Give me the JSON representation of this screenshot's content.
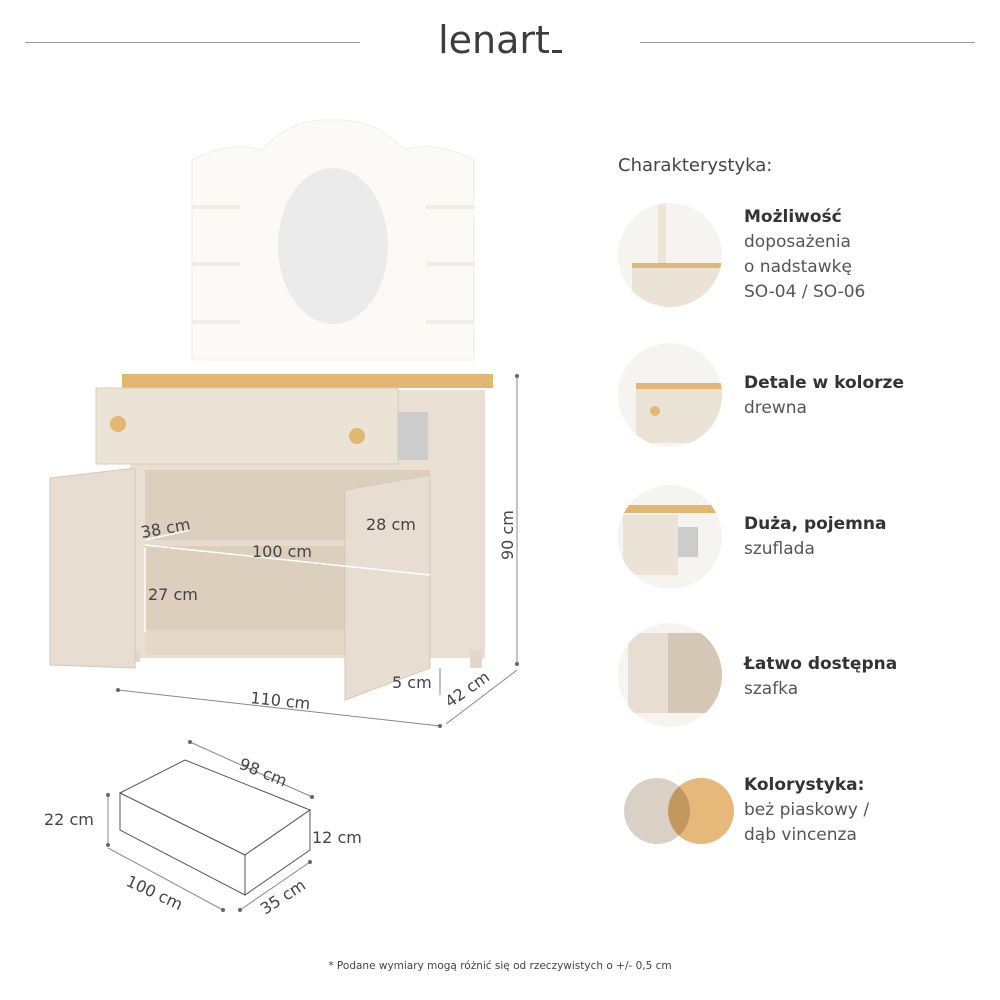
{
  "brand": {
    "logo": "lenart"
  },
  "characteristics_title": "Charakterystyka:",
  "features": [
    {
      "title": "Możliwość",
      "lines": [
        "doposażenia",
        "o nadstawkę",
        "SO-04 / SO-06"
      ]
    },
    {
      "title": "Detale w kolorze",
      "lines": [
        "drewna"
      ]
    },
    {
      "title": "Duża, pojemna",
      "lines": [
        "szuflada"
      ]
    },
    {
      "title": "Łatwo dostępna",
      "lines": [
        "szafka"
      ]
    },
    {
      "title": "Kolorystyka:",
      "lines": [
        "beż piaskowy /",
        "dąb vincenza"
      ]
    }
  ],
  "colors": {
    "beige": "#d9d1c6",
    "oak": "#e6b879",
    "wood_top": "#e2b772",
    "body": "#e9dfd2",
    "interior": "#dccfbe"
  },
  "dimensions": {
    "height": "90 cm",
    "width": "110 cm",
    "depth": "42 cm",
    "shelf_depth": "38 cm",
    "shelf_width": "100 cm",
    "door_depth": "28 cm",
    "shelf_height": "27 cm",
    "plinth": "5 cm"
  },
  "drawer_dimensions": {
    "inner_width": "98 cm",
    "height": "22 cm",
    "inner_height": "12 cm",
    "width": "100 cm",
    "depth": "35 cm"
  },
  "footnote": "* Podane wymiary mogą różnić się od rzeczywistych o +/- 0,5 cm"
}
